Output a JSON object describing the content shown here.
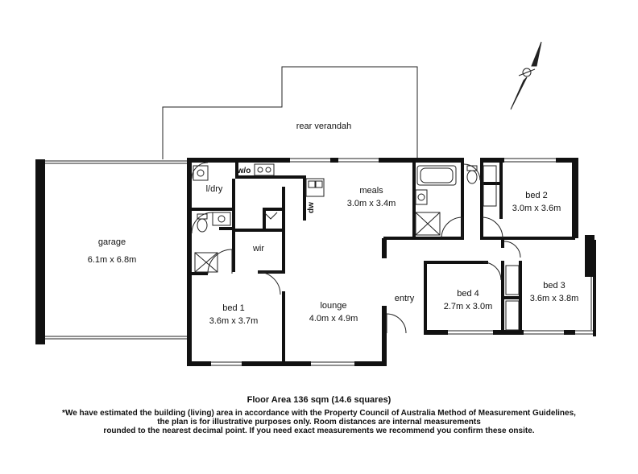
{
  "rooms": {
    "rear_verandah": {
      "name": "rear verandah"
    },
    "garage": {
      "name": "garage",
      "dims": "6.1m x 6.8m"
    },
    "laundry": {
      "name": "l/dry"
    },
    "wo": {
      "name": "w/o"
    },
    "dw": {
      "name": "dw"
    },
    "meals": {
      "name": "meals",
      "dims": "3.0m x 3.4m"
    },
    "bed2": {
      "name": "bed 2",
      "dims": "3.0m x 3.6m"
    },
    "wir": {
      "name": "wir"
    },
    "bed1": {
      "name": "bed 1",
      "dims": "3.6m x 3.7m"
    },
    "lounge": {
      "name": "lounge",
      "dims": "4.0m x 4.9m"
    },
    "entry": {
      "name": "entry"
    },
    "bed4": {
      "name": "bed 4",
      "dims": "2.7m x 3.0m"
    },
    "bed3": {
      "name": "bed 3",
      "dims": "3.6m x 3.8m"
    }
  },
  "footer": {
    "floor_area": "Floor Area 136 sqm (14.6 squares)",
    "disclaimer_line1": "*We have estimated the building (living) area in accordance with the Property Council of Australia Method of Measurement Guidelines,",
    "disclaimer_line2": "the plan is for illustrative purposes only. Room distances are internal measurements",
    "disclaimer_line3": "rounded to the nearest decimal point. If you need exact measurements we recommend you confirm these onsite."
  },
  "icons": {
    "compass": "north-arrow-icon"
  }
}
